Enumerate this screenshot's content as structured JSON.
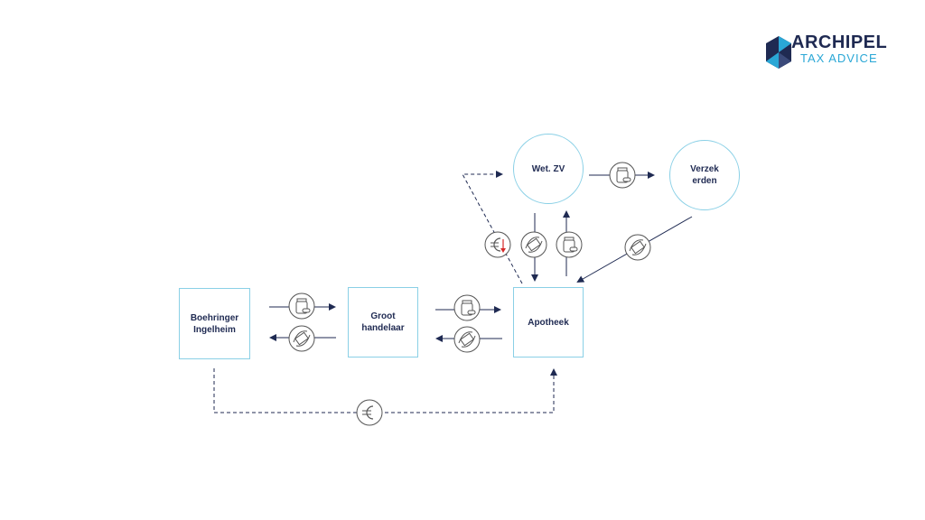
{
  "brand": {
    "name": "ARCHIPEL",
    "tagline": "TAX ADVICE",
    "colors": {
      "navy": "#1f2a52",
      "blue": "#2aa7d6"
    }
  },
  "nodes": {
    "boehringer": "Boehringer\nIngelheim",
    "groothandelaar": "Groot\nhandelaar",
    "apotheek": "Apotheek",
    "wetzv": "Wet. ZV",
    "verzekerden": "Verzek\nerden"
  },
  "colors": {
    "node_border": "#8ad0e6",
    "arrow": "#1f2a52",
    "icon": "#4a4a4a",
    "rebate_arrow": "#d62828"
  },
  "icons": {
    "medicine": "medicine-bottle-icon",
    "money": "money-flow-icon",
    "euro": "euro-icon",
    "euro_rebate": "euro-rebate-icon"
  }
}
